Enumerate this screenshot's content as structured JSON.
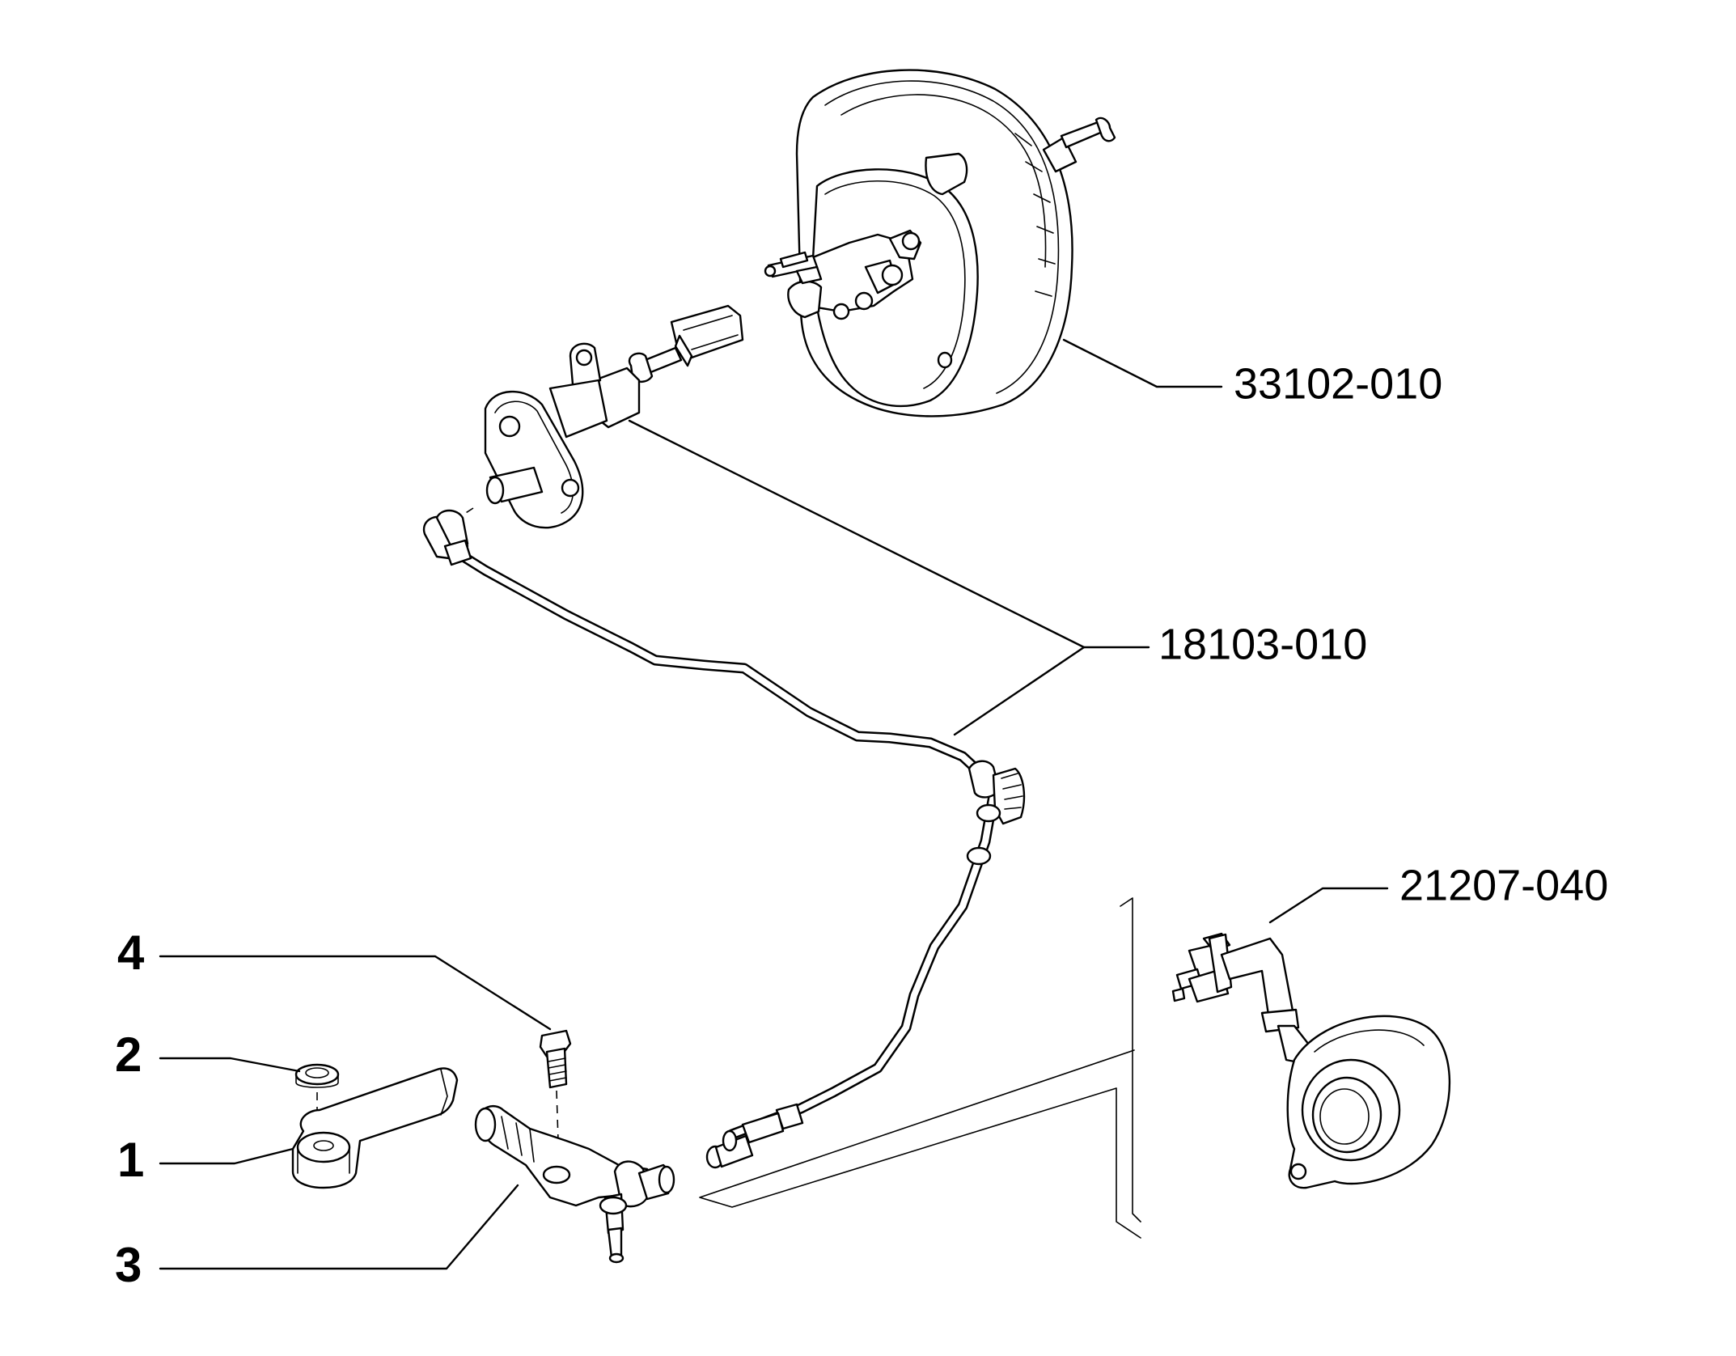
{
  "labels": {
    "brake_booster_ref": "33102-010",
    "clutch_master_line_ref": "18103-010",
    "slave_cylinder_ref": "21207-040",
    "item_4": "4",
    "item_2": "2",
    "item_1": "1",
    "item_3": "3"
  },
  "colors": {
    "line": "#000000",
    "background": "#ffffff"
  }
}
